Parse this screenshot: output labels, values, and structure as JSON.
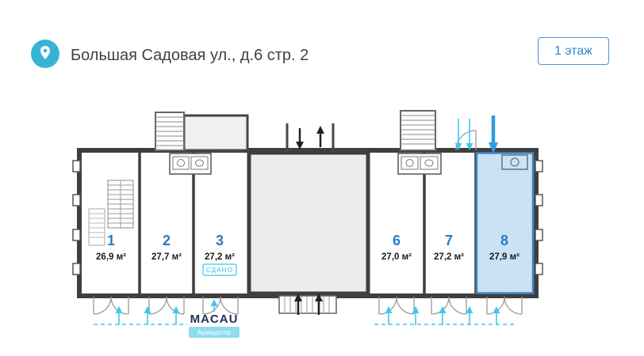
{
  "header": {
    "address": "Большая Садовая ул., д.6 стр. 2",
    "floor_badge": "1 этаж"
  },
  "icons": {
    "header": "location-pin-icon"
  },
  "tenant": {
    "name": "MACAU",
    "label": "Арендатор"
  },
  "units": [
    {
      "number": "1",
      "area": "26,9 м²",
      "status": "",
      "highlighted": false
    },
    {
      "number": "2",
      "area": "27,7 м²",
      "status": "",
      "highlighted": false
    },
    {
      "number": "3",
      "area": "27,2 м²",
      "status": "СДАНО",
      "highlighted": false
    },
    {
      "number": "6",
      "area": "27,0 м²",
      "status": "",
      "highlighted": false
    },
    {
      "number": "7",
      "area": "27,2 м²",
      "status": "",
      "highlighted": false
    },
    {
      "number": "8",
      "area": "27,9 м²",
      "status": "",
      "highlighted": true
    }
  ],
  "colors": {
    "accent_blue": "#2d9cdb",
    "entry_cyan": "#41c7ee",
    "unit_number": "#2a7cc2",
    "highlight_fill": "#c9e2f4",
    "highlight_border": "#3f87c7",
    "floor_badge_border": "#4f93d2",
    "wall": "#3f3f3f",
    "rented_badge": "#31bfe8",
    "tenant_badge_bg": "#8edcf0",
    "tenant_text": "#25305a",
    "pin_icon_bg": "#38b3d8"
  }
}
